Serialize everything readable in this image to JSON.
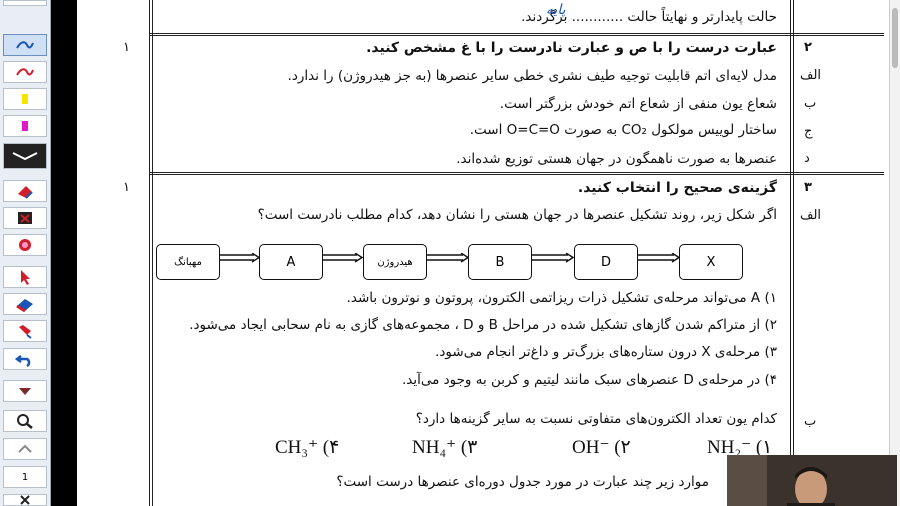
{
  "toolbar": {
    "icons": [
      "pen-icon",
      "pen-red-icon",
      "highlighter-yellow-icon",
      "highlighter-magenta-icon",
      "chevron-icon",
      "eraser-icon",
      "clear-icon",
      "record-icon",
      "pointer-icon",
      "eraser2-icon",
      "fill-icon",
      "undo-icon",
      "dropdown-icon",
      "zoom-icon",
      "up-icon",
      "page-number",
      "close-icon"
    ],
    "page_number": "1",
    "colors": {
      "red": "#d21e2a",
      "yellow": "#f5e600",
      "magenta": "#e018c8",
      "blue": "#1a56b8"
    }
  },
  "doc": {
    "top_line": "حالت پایدارتر و نهایتاً حالت ............ برگردند.",
    "top_handwriting": "پایه",
    "q2": {
      "num": "۲",
      "score": "۱",
      "title": "عبارت درست را با ص و عبارت نادرست را با غ مشخص کنید.",
      "items": [
        {
          "label": "الف",
          "text": "مدل لایه‌ای اتم قابلیت توجیه طیف نشری خطی سایر عنصرها (به جز هیدروژن) را ندارد."
        },
        {
          "label": "ب",
          "text": "شعاع یون منفی از شعاع اتم خودش بزرگتر است."
        },
        {
          "label": "ج",
          "text": "ساختار لوییس مولکول CO₂ به صورت O=C=O است."
        },
        {
          "label": "د",
          "text": "عنصرها به صورت ناهمگون در جهان هستی توزیع شده‌اند."
        }
      ]
    },
    "q3": {
      "num": "۳",
      "score": "۱",
      "title": "گزینه‌ی صحیح را انتخاب کنید.",
      "a_label": "الف",
      "a_question": "اگر شکل زیر، روند تشکیل عنصرها در جهان هستی را نشان دهد، کدام مطلب نادرست است؟",
      "flow": [
        "مهبانگ",
        "A",
        "هیدروژن",
        "B",
        "D",
        "X"
      ],
      "a_options": [
        "۱) A می‌تواند مرحله‌ی تشکیل ذرات ریزاتمی الکترون، پروتون و نوترون باشد.",
        "۲) از متراکم شدن گازهای تشکیل شده در مراحل B و D ، مجموعه‌های گازی به نام سحابی ایجاد می‌شود.",
        "۳) مرحله‌ی X درون ستاره‌های بزرگ‌تر و داغ‌تر انجام می‌شود.",
        "۴) در مرحله‌ی D عنصرهای سبک مانند لیتیم و کربن به وجود می‌آید."
      ],
      "b_label": "ب",
      "b_question": "کدام یون تعداد الکترون‌های متفاوتی نسبت به سایر گزینه‌ها دارد؟",
      "b_options": [
        "NH₂⁻ (۱",
        "OH⁻ (۲",
        "NH₄⁺ (۳",
        "CH₃⁺ (۴"
      ],
      "c_question": "موارد زیر چند عبارت در مورد جدول دوره‌ای عنصرها درست است؟"
    }
  }
}
